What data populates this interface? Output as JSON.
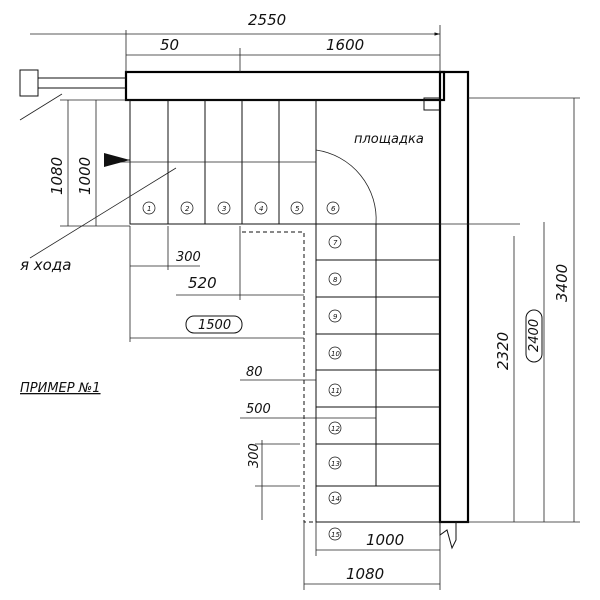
{
  "title": "ПРИМЕР №1",
  "landing_label": "площадка",
  "direction_label": "ход",
  "direction_fragment": "я хода",
  "dimensions": {
    "overall_width": "2550",
    "offset_50": "50",
    "landing_width": "1600",
    "flight1_depth_outer": "1080",
    "flight1_depth_inner": "1000",
    "tread_300_top": "300",
    "offset_520": "520",
    "flight1_length_boxed": "1500",
    "gap_80": "80",
    "tread_500": "500",
    "tread_300_side": "300",
    "overall_height": "3400",
    "flight2_length": "2320",
    "flight2_length_boxed": "2400",
    "flight2_width_inner": "1000",
    "flight2_width_outer": "1080"
  },
  "steps_flight1": [
    "1",
    "2",
    "3",
    "4",
    "5",
    "6"
  ],
  "steps_flight2": [
    "7",
    "8",
    "9",
    "10",
    "11",
    "12",
    "13",
    "14",
    "15"
  ]
}
